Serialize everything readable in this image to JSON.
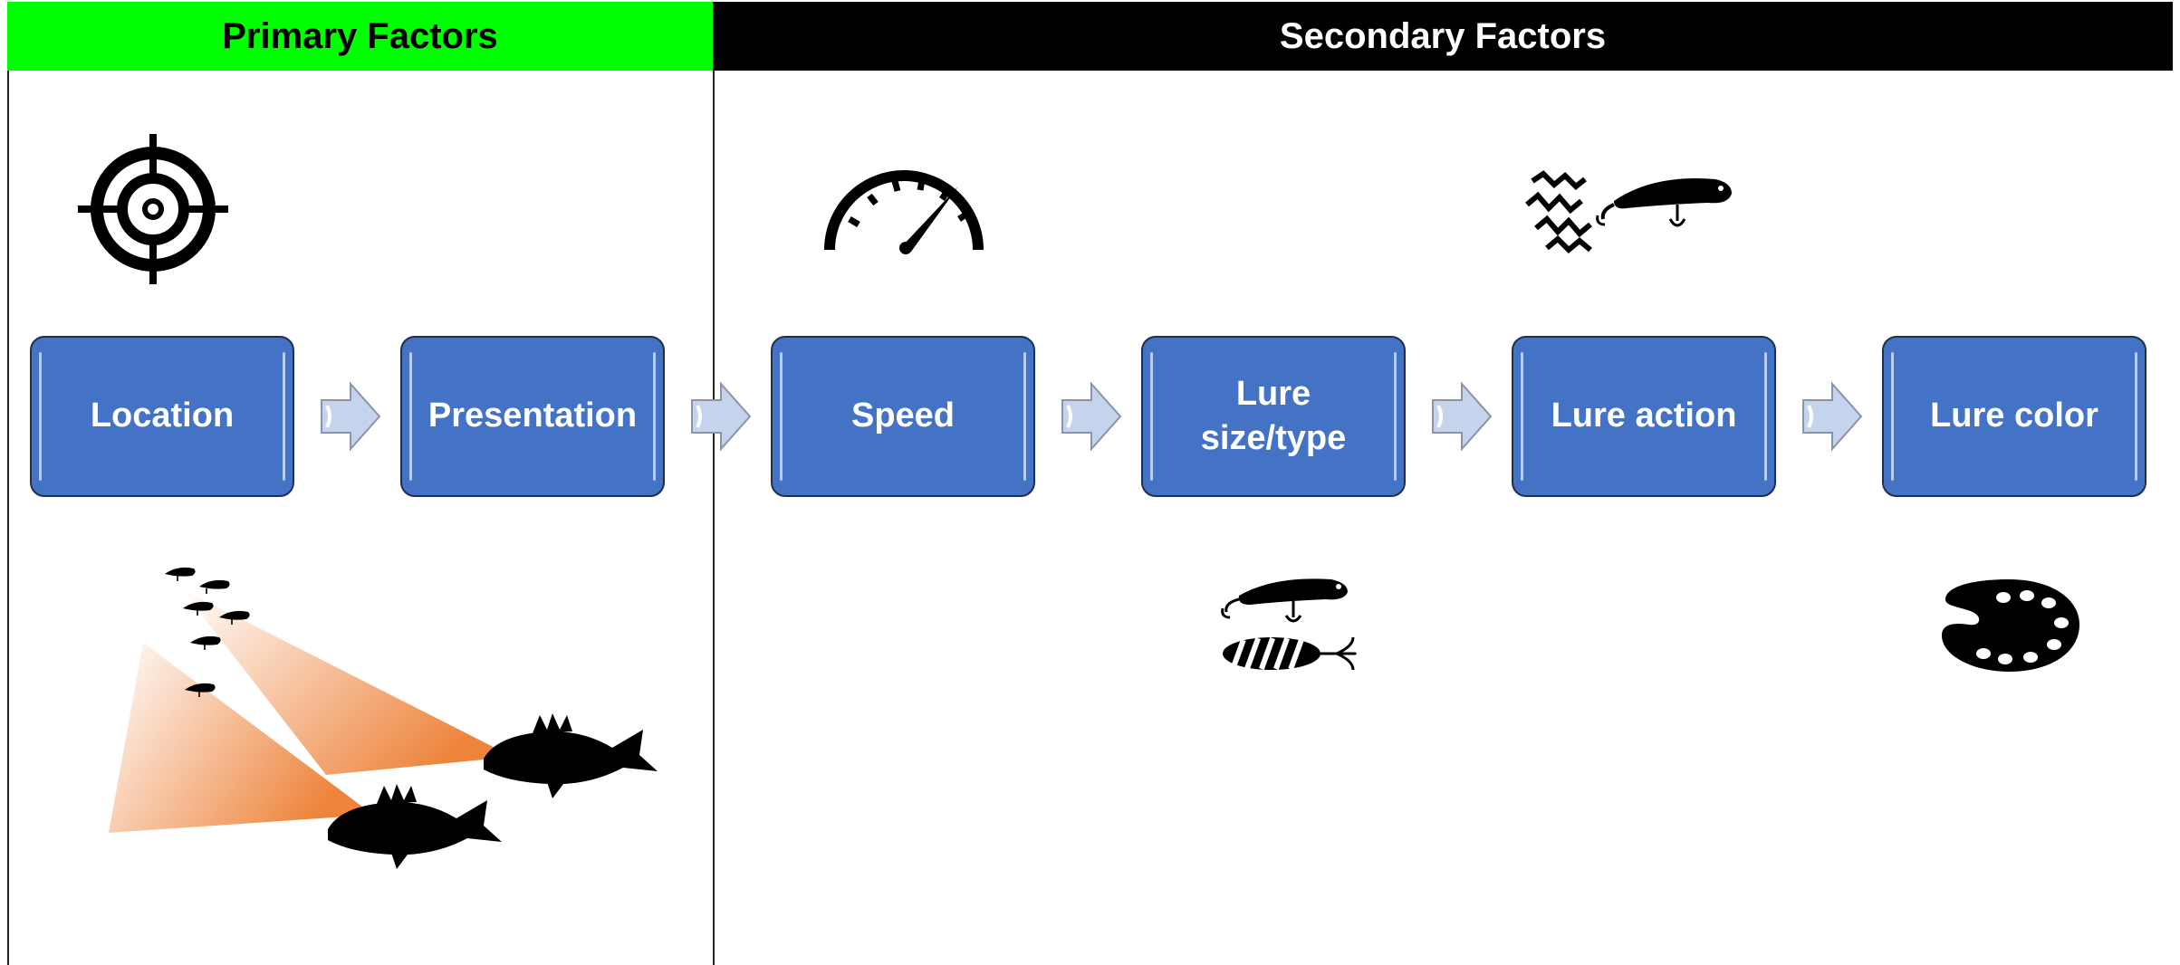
{
  "headers": {
    "primary": "Primary Factors",
    "secondary": "Secondary Factors"
  },
  "colors": {
    "primary_header": "#00ff00",
    "secondary_header": "#000000",
    "box_fill": "#4472c4",
    "arrow_fill": "#c5d3ec",
    "beam": "#ed7d31"
  },
  "flow": [
    {
      "label": "Location"
    },
    {
      "label": "Presentation"
    },
    {
      "label": "Speed"
    },
    {
      "label": "Lure\nsize/type"
    },
    {
      "label": "Lure action"
    },
    {
      "label": "Lure color"
    }
  ],
  "icons": {
    "location": "crosshair-target-icon",
    "speed": "speedometer-icon",
    "lure_action": "wiggling-lure-icon",
    "lure_size_type": "crankbait-and-spoon-icon",
    "lure_color": "paint-palette-icon",
    "presentation": "lures-and-walleye-beam-illustration"
  }
}
